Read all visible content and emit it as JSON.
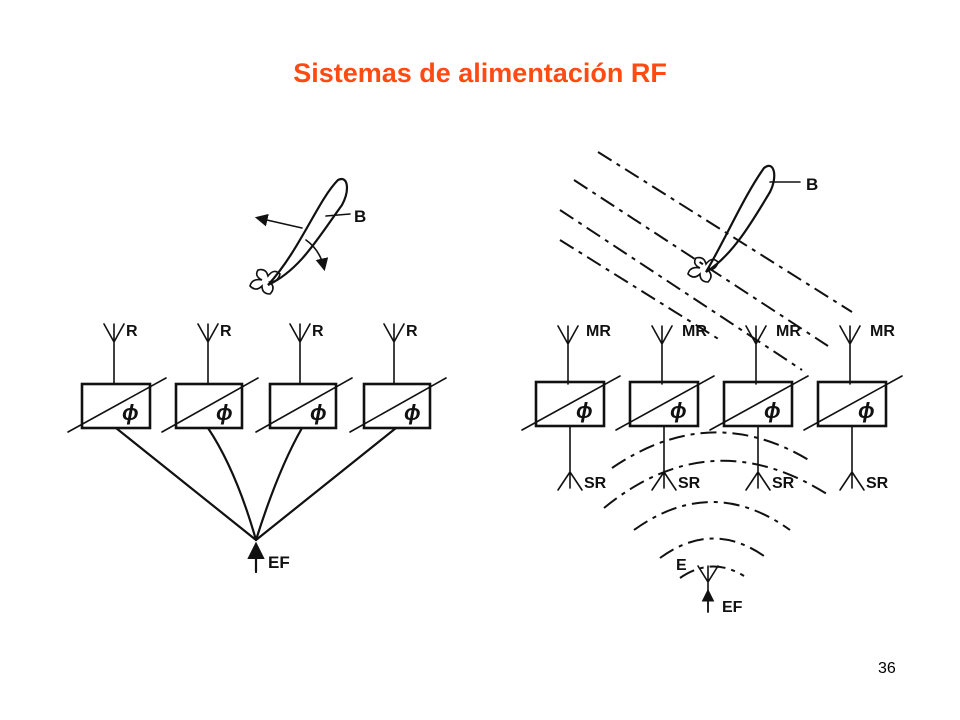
{
  "slide": {
    "title": "Sistemas de alimentación RF",
    "page_number": "36"
  },
  "diagram_left": {
    "beam_label": "B",
    "radiator_labels": [
      "R",
      "R",
      "R",
      "R"
    ],
    "phase_symbol": "ϕ",
    "feed_label": "EF"
  },
  "diagram_right": {
    "beam_label": "B",
    "radiator_labels": [
      "MR",
      "MR",
      "MR",
      "MR"
    ],
    "receiver_labels": [
      "SR",
      "SR",
      "SR",
      "SR"
    ],
    "phase_symbol": "ϕ",
    "emitter_label": "E",
    "feed_label": "EF"
  },
  "colors": {
    "title": "#ff4a12",
    "lines": "#111111"
  }
}
